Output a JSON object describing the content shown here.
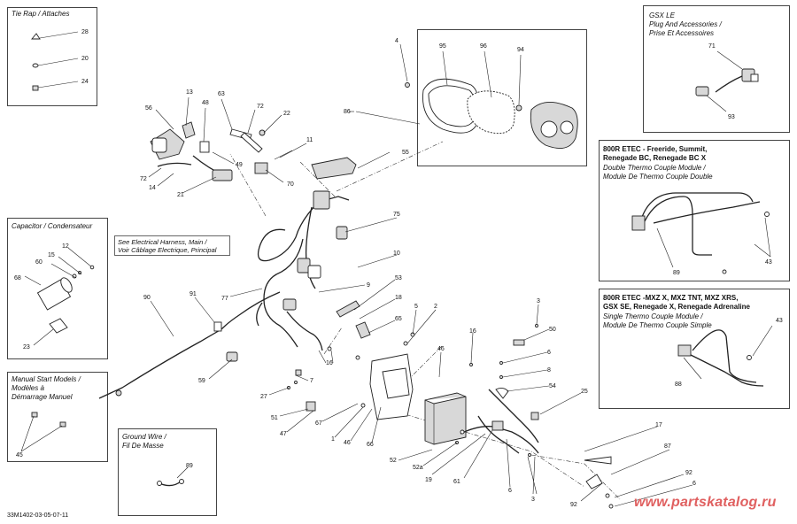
{
  "boxes": {
    "tie_rap": "Tie Rap / Attaches",
    "gsx_le": "GSX LE\nPlug And Accessories /\nPrise Et Accessoires",
    "capacitor": "Capacitor / Condensateur",
    "manual_start": "Manual Start Models /\nModèles à\nDémarrage Manuel",
    "ground_wire": "Ground Wire /\nFil De Masse",
    "double_tc_heading": "800R ETEC - Freeride, Summit,\nRenegade BC, Renegade BC X",
    "double_tc_sub": "Double Thermo Couple Module /\nModule De Thermo Couple Double",
    "single_tc_heading": "800R ETEC -MXZ X, MXZ TNT, MXZ XRS,\nGSX SE, Renegade X, Renegade Adrenaline",
    "single_tc_sub": "Single Thermo Couple Module /\nModule De Thermo Couple Simple"
  },
  "note_harness": "See Electrical Harness, Main /\nVoir Câblage Electrique, Principal",
  "diagram_code": "33M1402-03-05-07-11",
  "watermark": "www.partskatalog.ru",
  "callouts": [
    {
      "id": "c28",
      "text": "28"
    },
    {
      "id": "c20",
      "text": "20"
    },
    {
      "id": "c24",
      "text": "24"
    },
    {
      "id": "c71",
      "text": "71"
    },
    {
      "id": "c93",
      "text": "93"
    },
    {
      "id": "c12",
      "text": "12"
    },
    {
      "id": "c15",
      "text": "15"
    },
    {
      "id": "c60",
      "text": "60"
    },
    {
      "id": "c68",
      "text": "68"
    },
    {
      "id": "c23",
      "text": "23"
    },
    {
      "id": "c45",
      "text": "45"
    },
    {
      "id": "c89g",
      "text": "89"
    },
    {
      "id": "c89d",
      "text": "89"
    },
    {
      "id": "c43d",
      "text": "43"
    },
    {
      "id": "c43s",
      "text": "43"
    },
    {
      "id": "c88",
      "text": "88"
    },
    {
      "id": "c4",
      "text": "4"
    },
    {
      "id": "c95",
      "text": "95"
    },
    {
      "id": "c96",
      "text": "96"
    },
    {
      "id": "c94",
      "text": "94"
    },
    {
      "id": "c86",
      "text": "86"
    },
    {
      "id": "c13",
      "text": "13"
    },
    {
      "id": "c56",
      "text": "56"
    },
    {
      "id": "c48",
      "text": "48"
    },
    {
      "id": "c63",
      "text": "63"
    },
    {
      "id": "c72a",
      "text": "72"
    },
    {
      "id": "c22",
      "text": "22"
    },
    {
      "id": "c11",
      "text": "11"
    },
    {
      "id": "c55",
      "text": "55"
    },
    {
      "id": "c49",
      "text": "49"
    },
    {
      "id": "c70",
      "text": "70"
    },
    {
      "id": "c72b",
      "text": "72"
    },
    {
      "id": "c14",
      "text": "14"
    },
    {
      "id": "c21",
      "text": "21"
    },
    {
      "id": "c75",
      "text": "75"
    },
    {
      "id": "c10",
      "text": "10"
    },
    {
      "id": "c77",
      "text": "77"
    },
    {
      "id": "c9",
      "text": "9"
    },
    {
      "id": "c53",
      "text": "53"
    },
    {
      "id": "c18",
      "text": "18"
    },
    {
      "id": "c65",
      "text": "65"
    },
    {
      "id": "c90",
      "text": "90"
    },
    {
      "id": "c91",
      "text": "91"
    },
    {
      "id": "c5",
      "text": "5"
    },
    {
      "id": "c2",
      "text": "2"
    },
    {
      "id": "c3a",
      "text": "3"
    },
    {
      "id": "c50",
      "text": "50"
    },
    {
      "id": "c16a",
      "text": "16"
    },
    {
      "id": "c16b",
      "text": "16"
    },
    {
      "id": "c46a",
      "text": "46"
    },
    {
      "id": "c6a",
      "text": "6"
    },
    {
      "id": "c8",
      "text": "8"
    },
    {
      "id": "c54",
      "text": "54"
    },
    {
      "id": "c59",
      "text": "59"
    },
    {
      "id": "c7",
      "text": "7"
    },
    {
      "id": "c27",
      "text": "27"
    },
    {
      "id": "c51",
      "text": "51"
    },
    {
      "id": "c47",
      "text": "47"
    },
    {
      "id": "c67",
      "text": "67"
    },
    {
      "id": "c1",
      "text": "1"
    },
    {
      "id": "c46b",
      "text": "46"
    },
    {
      "id": "c66",
      "text": "66"
    },
    {
      "id": "c25",
      "text": "25"
    },
    {
      "id": "c17",
      "text": "17"
    },
    {
      "id": "c52",
      "text": "52"
    },
    {
      "id": "c52a",
      "text": "52a"
    },
    {
      "id": "c19",
      "text": "19"
    },
    {
      "id": "c61",
      "text": "61"
    },
    {
      "id": "c6b",
      "text": "6"
    },
    {
      "id": "c87",
      "text": "87"
    },
    {
      "id": "c3b",
      "text": "3"
    },
    {
      "id": "c92a",
      "text": "92"
    },
    {
      "id": "c92b",
      "text": "92"
    },
    {
      "id": "c6c",
      "text": "6"
    }
  ]
}
